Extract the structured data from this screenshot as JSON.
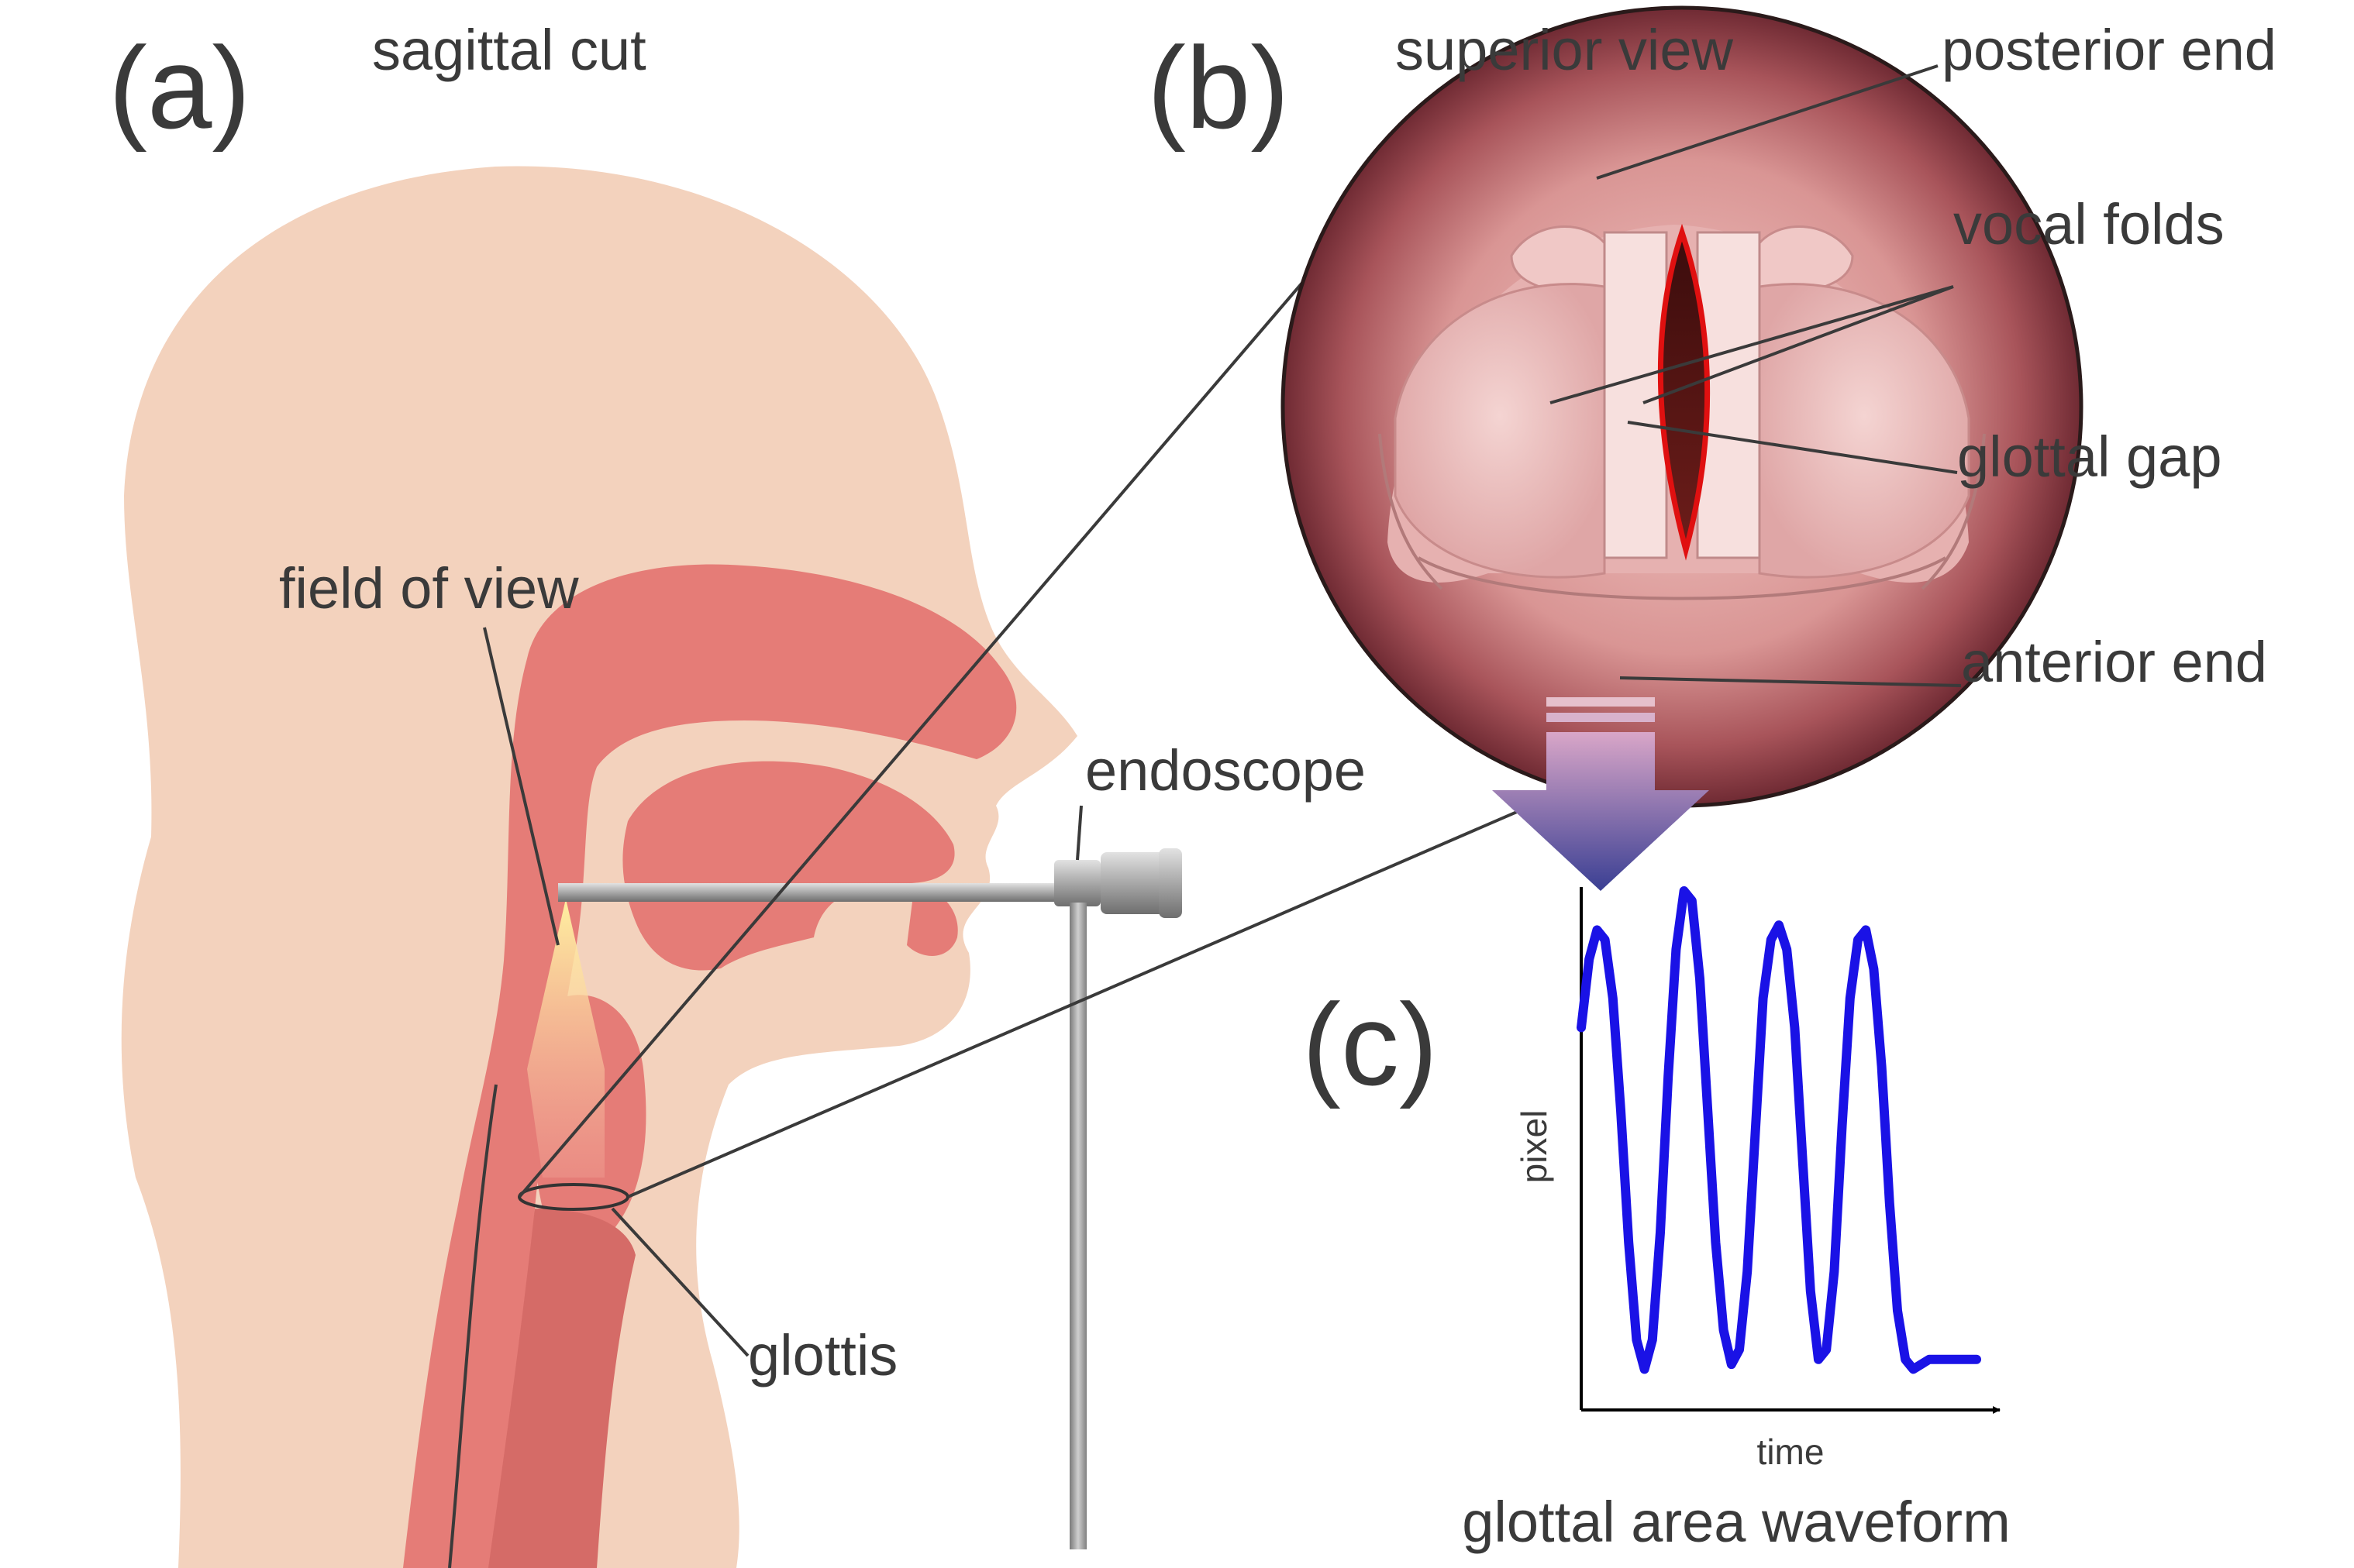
{
  "panel_a": {
    "letter": "(a)",
    "title": "sagittal cut",
    "labels": {
      "field_of_view": "field of view",
      "endoscope": "endoscope",
      "glottis": "glottis"
    }
  },
  "panel_b": {
    "letter": "(b)",
    "title": "superior view",
    "labels": {
      "posterior_end": "posterior end",
      "vocal_folds": "vocal folds",
      "glottal_gap": "glottal gap",
      "anterior_end": "anterior end"
    }
  },
  "panel_c": {
    "letter": "(c)",
    "ylabel": "pixel",
    "xlabel": "time",
    "caption": "glottal area waveform"
  },
  "colors": {
    "skin": "#f3d2bd",
    "tract": "#e57c77",
    "tract_dark": "#c65f5c",
    "waveform": "#1a12e6",
    "arrow": "#4a4d9a",
    "glottal_gap_edge": "#e01010"
  },
  "chart_data": {
    "type": "line",
    "xlabel": "time",
    "ylabel": "pixel",
    "series": [
      {
        "x": [
          0.0,
          0.02,
          0.04,
          0.06,
          0.08,
          0.1,
          0.12,
          0.14,
          0.16,
          0.18,
          0.2,
          0.22,
          0.24,
          0.26,
          0.28,
          0.3,
          0.32,
          0.34,
          0.36,
          0.38,
          0.4,
          0.42,
          0.44,
          0.46,
          0.48,
          0.5,
          0.52,
          0.54,
          0.56,
          0.58,
          0.6,
          0.62,
          0.64,
          0.66,
          0.68,
          0.7,
          0.72,
          0.74,
          0.76,
          0.78,
          0.8,
          0.82,
          0.84,
          0.86,
          0.88,
          0.9,
          0.92,
          0.94,
          0.96,
          0.98,
          1.0
        ],
        "y": [
          0.72,
          0.86,
          0.92,
          0.9,
          0.78,
          0.55,
          0.28,
          0.08,
          0.02,
          0.08,
          0.3,
          0.62,
          0.88,
          1.0,
          0.98,
          0.82,
          0.55,
          0.28,
          0.1,
          0.03,
          0.06,
          0.22,
          0.5,
          0.78,
          0.9,
          0.93,
          0.88,
          0.72,
          0.45,
          0.18,
          0.04,
          0.06,
          0.22,
          0.52,
          0.78,
          0.9,
          0.92,
          0.84,
          0.64,
          0.36,
          0.14,
          0.04,
          0.02,
          0.03,
          0.04,
          0.04,
          0.04,
          0.04,
          0.04,
          0.04,
          0.04
        ]
      }
    ]
  }
}
